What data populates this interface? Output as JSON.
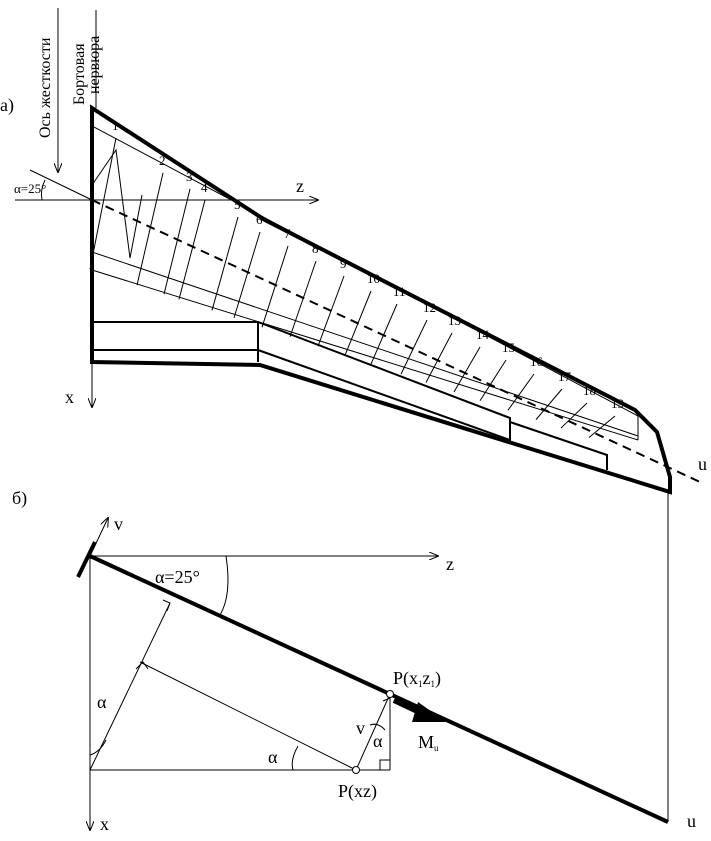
{
  "part_a": {
    "label": "а)",
    "stiffness_axis_label": "Ось жесткости",
    "side_rib_line1": "Бортовая",
    "side_rib_line2": "нервюра",
    "angle_label": "α=25°",
    "axis_z": "z",
    "axis_x": "x",
    "axis_u": "u",
    "rib_numbers": [
      "1",
      "2",
      "3",
      "4",
      "5",
      "6",
      "7",
      "8",
      "9",
      "10",
      "11",
      "12",
      "13",
      "14",
      "15",
      "16",
      "17",
      "18",
      "19"
    ]
  },
  "part_b": {
    "label": "б)",
    "axis_v": "v",
    "axis_z": "z",
    "axis_x": "x",
    "axis_u": "u",
    "angle_top": "α=25°",
    "alpha_left": "α",
    "alpha_mid": "α",
    "alpha_right": "α",
    "v_label": "v",
    "point_p1_main": "P(x",
    "point_p1_sub1": "1",
    "point_p1_mid": "z",
    "point_p1_sub2": "1",
    "point_p1_close": ")",
    "point_p": "P(xz)",
    "moment_main": "M",
    "moment_sub": "u"
  }
}
